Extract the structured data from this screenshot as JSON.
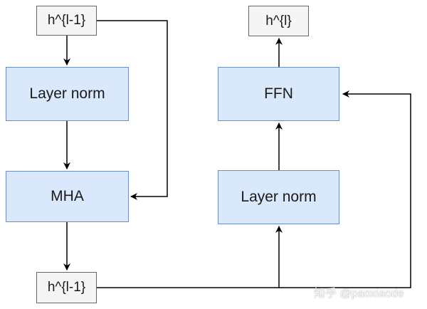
{
  "nodes": {
    "input_top": "h^{l-1}",
    "layer_norm_1": "Layer norm",
    "mha": "MHA",
    "residual_1": "h^{l-1}",
    "layer_norm_2": "Layer norm",
    "ffn": "FFN",
    "output": "h^{l}"
  },
  "watermark": "知乎 @paoxiaode"
}
